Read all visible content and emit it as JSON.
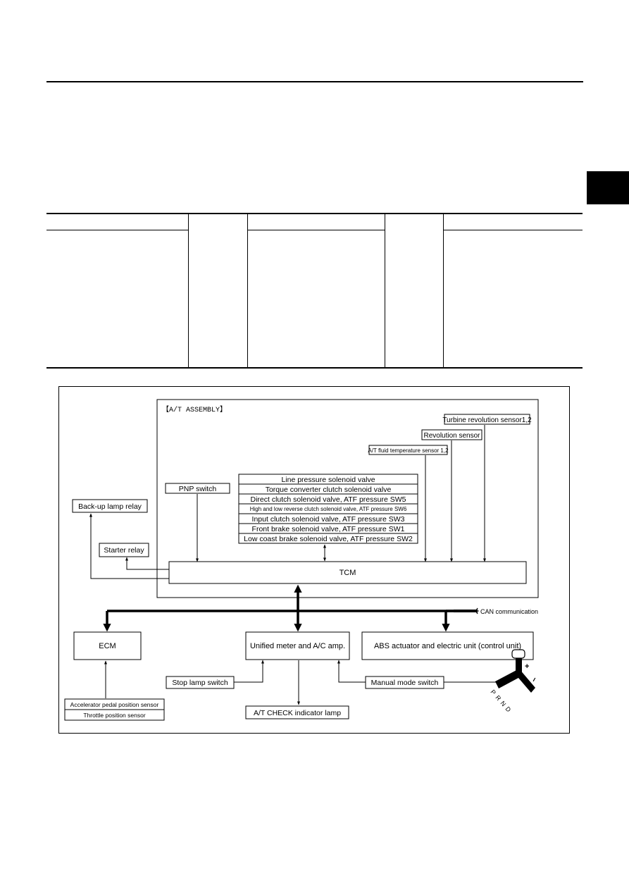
{
  "assembly_label": "【A/T ASSEMBLY】",
  "boxes": {
    "turbine_sensor": "Turbine revolution sensor1,2",
    "revolution_sensor": "Revolution sensor",
    "fluid_temp_sensor": "A/T fluid temperature sensor 1,2",
    "pnp_switch": "PNP switch",
    "backup_lamp_relay": "Back-up lamp relay",
    "starter_relay": "Starter relay",
    "tcm": "TCM",
    "can_label": "CAN communication",
    "ecm": "ECM",
    "unified_meter": "Unified meter and A/C amp.",
    "abs_unit": "ABS actuator and electric unit (control unit)",
    "stop_lamp_switch": "Stop lamp switch",
    "manual_mode_switch": "Manual mode switch",
    "accel_sensor": "Accelerator pedal position sensor",
    "throttle_sensor": "Throttle position sensor",
    "check_lamp": "A/T CHECK indicator lamp"
  },
  "solenoids": [
    "Line pressure solenoid valve",
    "Torque converter clutch solenoid valve",
    "Direct clutch solenoid valve, ATF pressure SW5",
    "High and low reverse clutch solenoid valve, ATF pressure SW6",
    "Input clutch solenoid valve,  ATF pressure SW3",
    "Front brake solenoid valve, ATF pressure SW1",
    "Low coast brake solenoid valve, ATF pressure SW2"
  ],
  "shifter": {
    "gate_letters": [
      "P",
      "R",
      "N",
      "D"
    ],
    "plus": "+",
    "minus": "−"
  }
}
